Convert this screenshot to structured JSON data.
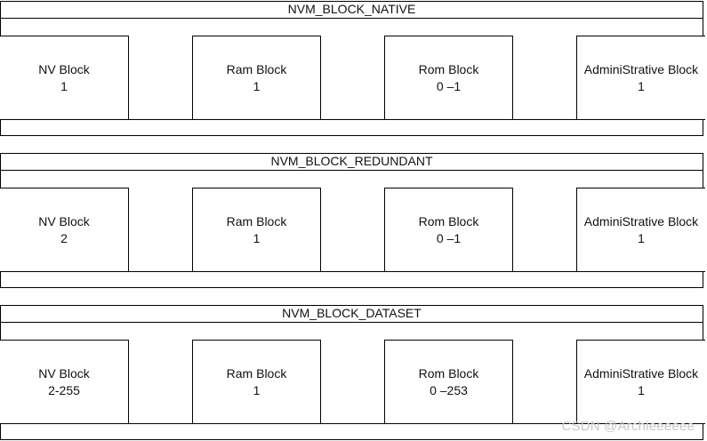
{
  "groups": [
    {
      "title": "NVM_BLOCK_NATIVE",
      "blocks": [
        {
          "name": "NV Block",
          "value": "1"
        },
        {
          "name": "Ram Block",
          "value": "1"
        },
        {
          "name": "Rom Block",
          "value": "0 –1"
        },
        {
          "name": "AdminiStrative Block",
          "value": "1"
        }
      ]
    },
    {
      "title": "NVM_BLOCK_REDUNDANT",
      "blocks": [
        {
          "name": "NV Block",
          "value": "2"
        },
        {
          "name": "Ram Block",
          "value": "1"
        },
        {
          "name": "Rom Block",
          "value": "0 –1"
        },
        {
          "name": "AdminiStrative Block",
          "value": "1"
        }
      ]
    },
    {
      "title": "NVM_BLOCK_DATASET",
      "blocks": [
        {
          "name": "NV Block",
          "value": "2-255"
        },
        {
          "name": "Ram Block",
          "value": "1"
        },
        {
          "name": "Rom Block",
          "value": "0 –253"
        },
        {
          "name": "AdminiStrative Block",
          "value": "1"
        }
      ]
    }
  ],
  "watermark": "CSDN @Archieeeeee"
}
